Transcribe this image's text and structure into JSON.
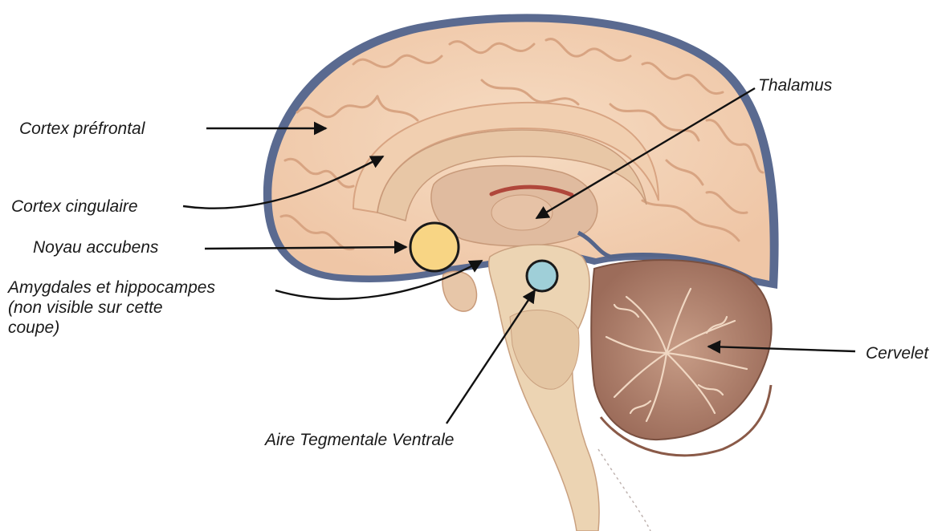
{
  "labels": {
    "cortex_prefrontal": "Cortex préfrontal",
    "cortex_cingulaire": "Cortex cingulaire",
    "noyau_accubens": "Noyau accubens",
    "amygdales_line1": "Amygdales et hippocampes",
    "amygdales_line2": "(non visible sur cette",
    "amygdales_line3": "coupe)",
    "thalamus": "Thalamus",
    "cervelet": "Cervelet",
    "aire_tegmentale": "Aire Tegmentale Ventrale"
  },
  "markers": {
    "noyau_accubens_color": "#f8d584",
    "aire_tegmentale_color": "#9fcfd8"
  },
  "colors": {
    "cortex": "#f3d2b5",
    "gyri_line": "#d9a987",
    "membrane": "#4a5a7e",
    "cerebellum": "#b88a75",
    "brainstem": "#ecd4b3",
    "arrow": "#111111"
  }
}
